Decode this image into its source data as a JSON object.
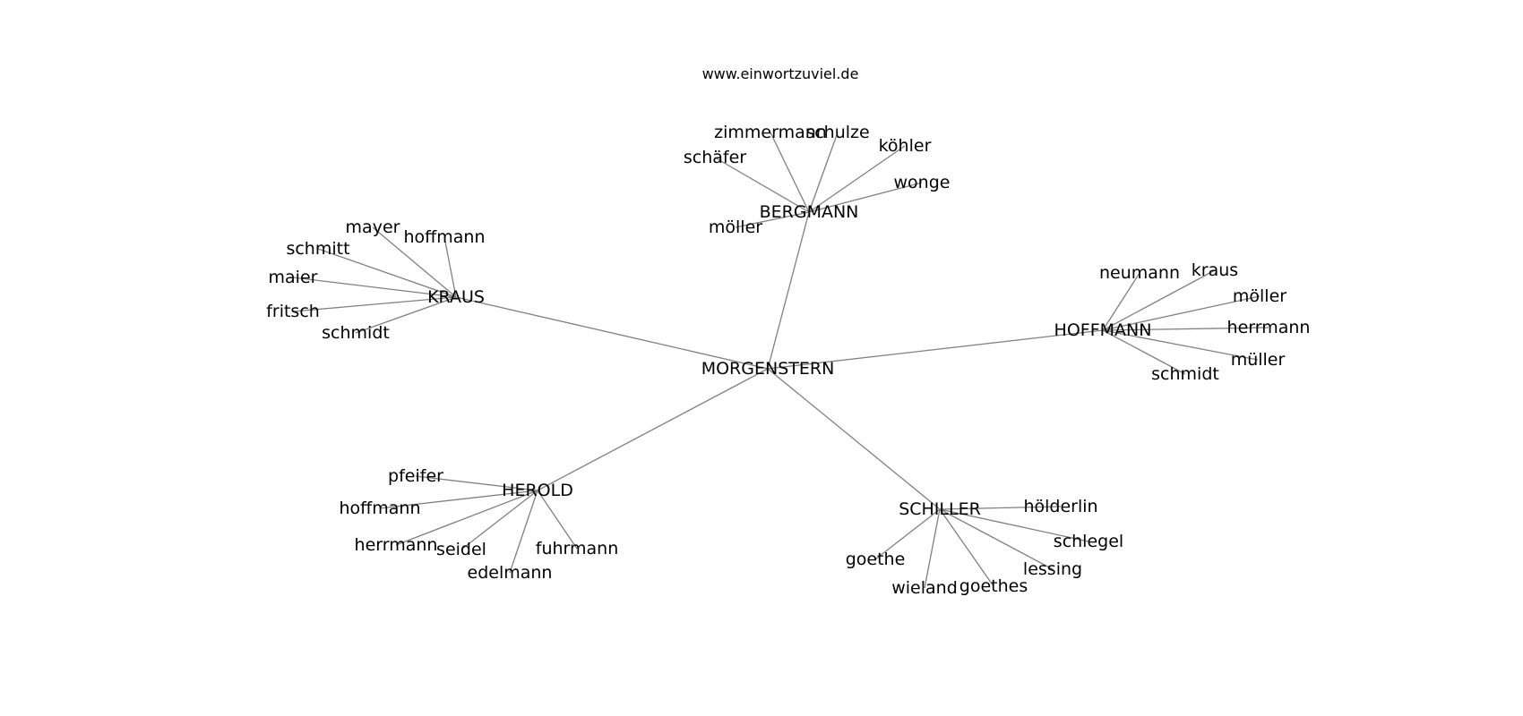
{
  "header": {
    "text": "www.einwortzuviel.de"
  },
  "graph": {
    "edge_color": "#808080",
    "nodes": [
      {
        "id": "n0",
        "label": "MORGENSTERN"
      },
      {
        "id": "n1",
        "label": "BERGMANN"
      },
      {
        "id": "n2",
        "label": "KRAUS"
      },
      {
        "id": "n3",
        "label": "HOFFMANN"
      },
      {
        "id": "n4",
        "label": "HEROLD"
      },
      {
        "id": "n5",
        "label": "SCHILLER"
      },
      {
        "id": "b1",
        "label": "zimmermann"
      },
      {
        "id": "b2",
        "label": "schulze"
      },
      {
        "id": "b3",
        "label": "köhler"
      },
      {
        "id": "b4",
        "label": "schäfer"
      },
      {
        "id": "b5",
        "label": "wonge"
      },
      {
        "id": "b6",
        "label": "möller"
      },
      {
        "id": "k1",
        "label": "mayer"
      },
      {
        "id": "k2",
        "label": "hoffmann"
      },
      {
        "id": "k3",
        "label": "schmitt"
      },
      {
        "id": "k4",
        "label": "maier"
      },
      {
        "id": "k5",
        "label": "fritsch"
      },
      {
        "id": "k6",
        "label": "schmidt"
      },
      {
        "id": "h1",
        "label": "neumann"
      },
      {
        "id": "h2",
        "label": "kraus"
      },
      {
        "id": "h3",
        "label": "möller"
      },
      {
        "id": "h4",
        "label": "herrmann"
      },
      {
        "id": "h5",
        "label": "müller"
      },
      {
        "id": "h6",
        "label": "schmidt"
      },
      {
        "id": "e1",
        "label": "pfeifer"
      },
      {
        "id": "e2",
        "label": "hoffmann"
      },
      {
        "id": "e3",
        "label": "herrmann"
      },
      {
        "id": "e4",
        "label": "seidel"
      },
      {
        "id": "e5",
        "label": "edelmann"
      },
      {
        "id": "e6",
        "label": "fuhrmann"
      },
      {
        "id": "s1",
        "label": "hölderlin"
      },
      {
        "id": "s2",
        "label": "schlegel"
      },
      {
        "id": "s3",
        "label": "lessing"
      },
      {
        "id": "s4",
        "label": "goethes"
      },
      {
        "id": "s5",
        "label": "wieland"
      },
      {
        "id": "s6",
        "label": "goethe"
      }
    ],
    "edges": [
      [
        "n0",
        "n1"
      ],
      [
        "n0",
        "n2"
      ],
      [
        "n0",
        "n3"
      ],
      [
        "n0",
        "n4"
      ],
      [
        "n0",
        "n5"
      ],
      [
        "n1",
        "b1"
      ],
      [
        "n1",
        "b2"
      ],
      [
        "n1",
        "b3"
      ],
      [
        "n1",
        "b4"
      ],
      [
        "n1",
        "b5"
      ],
      [
        "n1",
        "b6"
      ],
      [
        "n2",
        "k1"
      ],
      [
        "n2",
        "k2"
      ],
      [
        "n2",
        "k3"
      ],
      [
        "n2",
        "k4"
      ],
      [
        "n2",
        "k5"
      ],
      [
        "n2",
        "k6"
      ],
      [
        "n3",
        "h1"
      ],
      [
        "n3",
        "h2"
      ],
      [
        "n3",
        "h3"
      ],
      [
        "n3",
        "h4"
      ],
      [
        "n3",
        "h5"
      ],
      [
        "n3",
        "h6"
      ],
      [
        "n4",
        "e1"
      ],
      [
        "n4",
        "e2"
      ],
      [
        "n4",
        "e3"
      ],
      [
        "n4",
        "e4"
      ],
      [
        "n4",
        "e5"
      ],
      [
        "n4",
        "e6"
      ],
      [
        "n5",
        "s1"
      ],
      [
        "n5",
        "s2"
      ],
      [
        "n5",
        "s3"
      ],
      [
        "n5",
        "s4"
      ],
      [
        "n5",
        "s5"
      ],
      [
        "n5",
        "s6"
      ]
    ]
  }
}
